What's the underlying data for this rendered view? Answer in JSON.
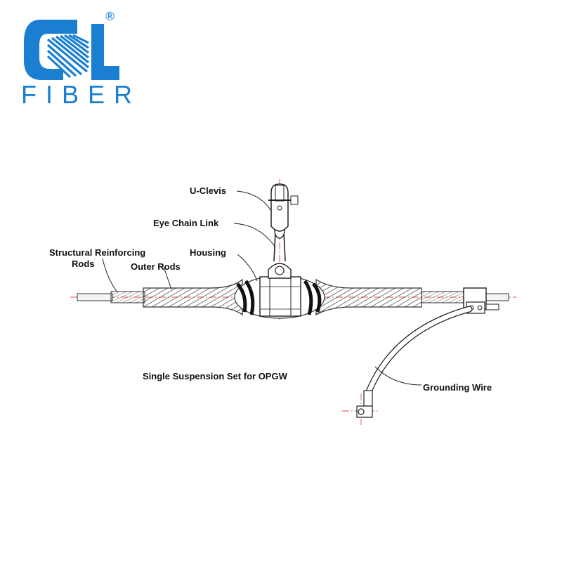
{
  "brand": {
    "name": "FIBER",
    "registered_mark": "®",
    "logo_icon": "cl-fiber-logo-icon",
    "color": "#1a7fd1"
  },
  "diagram": {
    "caption": "Single Suspension Set for OPGW",
    "labels": {
      "u_clevis": "U-Clevis",
      "eye_chain_link": "Eye Chain Link",
      "structural_reinforcing_line1": "Structural Reinforcing",
      "structural_reinforcing_line2": "Rods",
      "housing": "Housing",
      "outer_rods": "Outer Rods",
      "grounding_wire": "Grounding Wire"
    },
    "centerline_color": "#e05050",
    "ink_color": "#222222"
  }
}
